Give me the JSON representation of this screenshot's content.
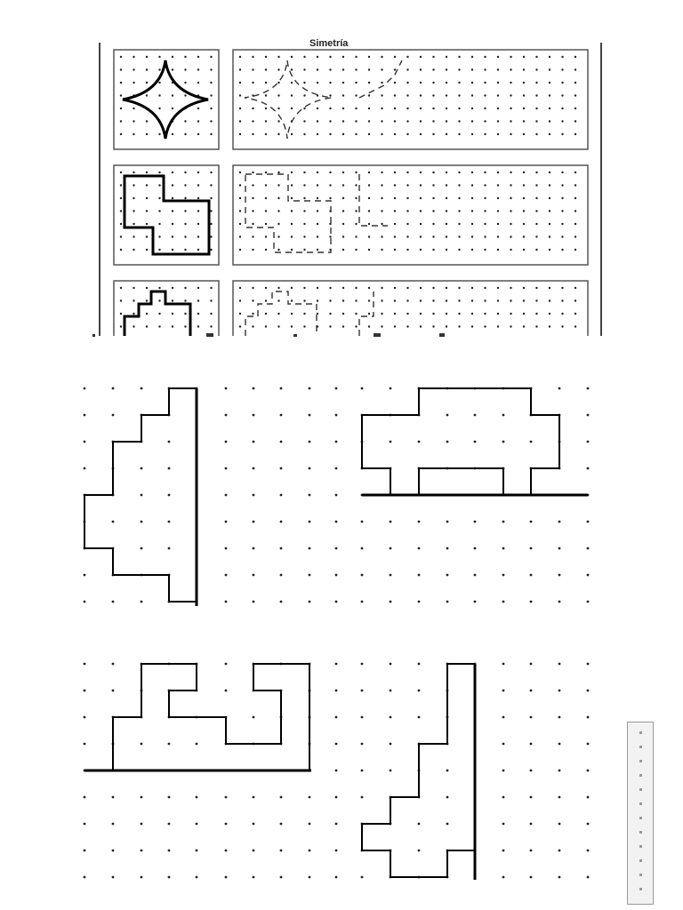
{
  "worksheet": {
    "top_heading_fragment": "Simetría",
    "dot_color": "#222222",
    "line_color": "#000000",
    "frame_color": "#444444"
  },
  "top_panel": {
    "rows": [
      {
        "model_shape": "four-point-star",
        "guide_style": "dashed"
      },
      {
        "model_shape": "stepped-block",
        "guide_style": "dashed"
      },
      {
        "model_shape": "cross-block",
        "guide_style": "dashed"
      }
    ]
  },
  "exercises": [
    {
      "id": 1,
      "axis": "vertical",
      "shape": "stepped-half"
    },
    {
      "id": 2,
      "axis": "horizontal",
      "shape": "car-half"
    },
    {
      "id": 3,
      "axis": "horizontal",
      "shape": "castle-half"
    },
    {
      "id": 4,
      "axis": "vertical",
      "shape": "staircase-half"
    }
  ]
}
